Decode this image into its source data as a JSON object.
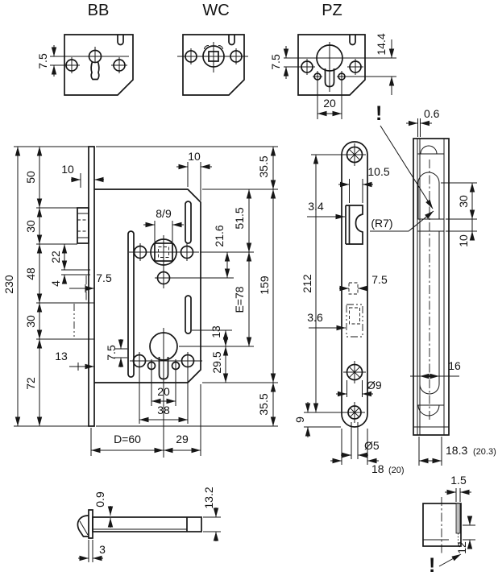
{
  "plates": {
    "bb": {
      "title": "BB",
      "dim_offset": "7.5"
    },
    "wc": {
      "title": "WC"
    },
    "pz": {
      "title": "PZ",
      "dim_offset": "7.5",
      "dim_hole_offset": "14.4",
      "dim_hole_spacing": "20"
    }
  },
  "lock": {
    "dim_total_height": "230",
    "dim_seg_50": "50",
    "dim_seg_30_top": "30",
    "dim_seg_48": "48",
    "dim_seg_30_bottom": "30",
    "dim_seg_72": "72",
    "dim_22": "22",
    "dim_4": "4",
    "dim_faceplate_top": "10",
    "dim_7_5_mid": "7.5",
    "dim_13_bolt": "13",
    "dim_chamfer": "10",
    "dim_follower": "8/9",
    "dim_21_6": "21.6",
    "dim_35_5_top": "35.5",
    "dim_51_5": "51.5",
    "dim_159": "159",
    "dim_e": "E=78",
    "dim_13_cyl": "13",
    "dim_29_5": "29.5",
    "dim_35_5_bottom": "35.5",
    "dim_7_5_cyl": "7.5",
    "dim_cyl_holes": "20",
    "dim_screw_holes": "38",
    "dim_backset": "D=60",
    "dim_29": "29"
  },
  "faceplate": {
    "dim_height": "212",
    "dim_latch_width": "10.5",
    "dim_3_4": "3.4",
    "dim_radius": "(R7)",
    "dim_7_5": "7.5",
    "dim_3_6": "3.6",
    "dim_hole_mid": "Ø9",
    "dim_9": "9",
    "dim_hole_bottom": "Ø5",
    "dim_width": "18",
    "dim_width_alt": "(20)"
  },
  "strike": {
    "warning": "!",
    "dim_lip": "0.6",
    "dim_30": "30",
    "dim_10": "10",
    "dim_slot_width": "16",
    "dim_width": "18.3",
    "dim_width_alt": "(20.3)"
  },
  "strike_side": {
    "dim_thickness": "1.5",
    "dim_12": "12",
    "warning": "!"
  },
  "latch": {
    "dim_0_9": "0.9",
    "dim_plate_thickness": "3",
    "dim_13_2": "13.2"
  }
}
